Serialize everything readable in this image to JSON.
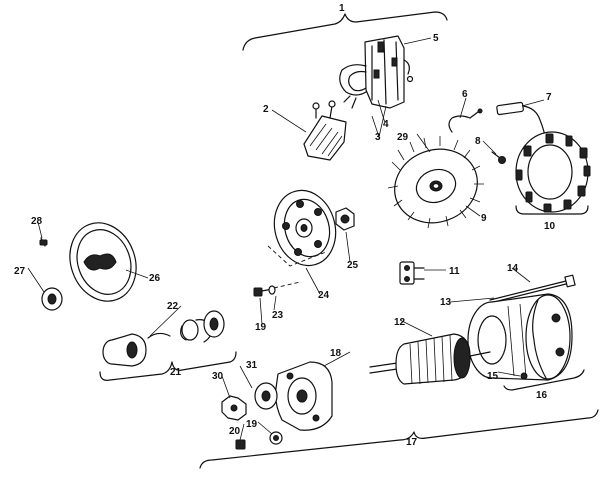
{
  "callouts": [
    {
      "id": "1",
      "text": "1"
    },
    {
      "id": "2",
      "text": "2"
    },
    {
      "id": "3",
      "text": "3"
    },
    {
      "id": "4",
      "text": "4"
    },
    {
      "id": "5",
      "text": "5"
    },
    {
      "id": "6",
      "text": "6"
    },
    {
      "id": "7",
      "text": "7"
    },
    {
      "id": "8",
      "text": "8"
    },
    {
      "id": "9",
      "text": "9"
    },
    {
      "id": "10",
      "text": "10"
    },
    {
      "id": "11",
      "text": "11"
    },
    {
      "id": "12",
      "text": "12"
    },
    {
      "id": "13",
      "text": "13"
    },
    {
      "id": "14",
      "text": "14"
    },
    {
      "id": "15",
      "text": "15"
    },
    {
      "id": "16",
      "text": "16"
    },
    {
      "id": "17",
      "text": "17"
    },
    {
      "id": "18",
      "text": "18"
    },
    {
      "id": "19a",
      "text": "19"
    },
    {
      "id": "19b",
      "text": "19"
    },
    {
      "id": "20",
      "text": "20"
    },
    {
      "id": "21",
      "text": "21"
    },
    {
      "id": "22",
      "text": "22"
    },
    {
      "id": "23",
      "text": "23"
    },
    {
      "id": "24",
      "text": "24"
    },
    {
      "id": "25",
      "text": "25"
    },
    {
      "id": "26",
      "text": "26"
    },
    {
      "id": "27",
      "text": "27"
    },
    {
      "id": "28",
      "text": "28"
    },
    {
      "id": "29",
      "text": "29"
    },
    {
      "id": "30",
      "text": "30"
    },
    {
      "id": "31",
      "text": "31"
    }
  ]
}
